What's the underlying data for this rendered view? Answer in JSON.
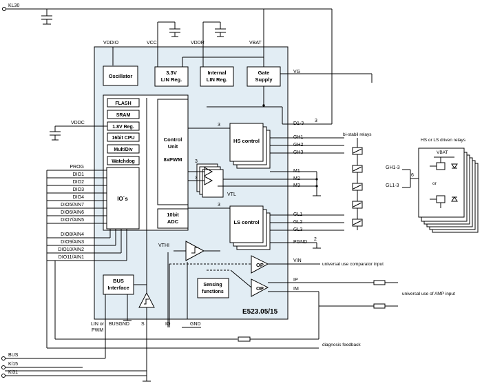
{
  "chip": {
    "part_number": "E523.05/15",
    "blocks": {
      "oscillator": "Oscillator",
      "lin_reg_33": [
        "3.3V",
        "LIN Reg."
      ],
      "internal_lin_reg": [
        "Internal",
        "LIN Reg."
      ],
      "gate_supply": [
        "Gate",
        "Supply"
      ],
      "flash": "FLASH",
      "sram": "SRAM",
      "reg_18": "1.8V Reg.",
      "cpu": "16bit CPU",
      "multdiv": "Mult/Div",
      "watchdog": "Watchdog",
      "control_unit": [
        "Control",
        "Unit"
      ],
      "pwm": "8xPWM",
      "ios": "IO´s",
      "adc": [
        "10bit",
        "ADC"
      ],
      "bus_interface": [
        "BUS",
        "Interface"
      ],
      "hs_control": "HS control",
      "ls_control": "LS control",
      "sensing": [
        "Sensing",
        "functions"
      ],
      "op1": "OP",
      "op2": "OP"
    },
    "top_pins": [
      "VDDIO",
      "VCC",
      "VDDR",
      "VBAT"
    ],
    "left_pins": [
      "VDDC",
      "PROG",
      "DIO1",
      "DIO2",
      "DIO3",
      "DIO4",
      "DIO5/AIN7",
      "DIO6/AIN6",
      "DIO7/AIN5",
      "DIO8/AIN4",
      "DIO9/AIN3",
      "DIO10/AIN2",
      "DIO11/AIN1"
    ],
    "right_pins": [
      "VG",
      "D1-3",
      "GH1",
      "GH2",
      "GH3",
      "M1",
      "M2",
      "M3",
      "GL1",
      "GL2",
      "GL3",
      "PGND",
      "VIN",
      "IP",
      "IM"
    ],
    "bottom_pins": [
      "LIN or PWM",
      "BUSGND",
      "S",
      "IO",
      "GND"
    ],
    "internal_labels": [
      "VTL",
      "VTHI"
    ],
    "bus_widths": [
      "3",
      "3",
      "3",
      "3",
      "3",
      "2",
      "6"
    ]
  },
  "external": {
    "supply_lines": [
      "KL30",
      "BUS",
      "Kl15",
      "Kl31"
    ],
    "bistable_relays": "bi-stabil relays",
    "driven_relays_title": "HS or LS driven relays",
    "driven_relays_vbat": "VBAT",
    "driven_relays_or": "or",
    "driven_relays_inputs": [
      "GH1-3",
      "GL1-3"
    ],
    "comparator_input": "universal use comparator input",
    "amp_input": "universal use of AMP input",
    "diagnosis_feedback": "diagnosis feedback"
  }
}
